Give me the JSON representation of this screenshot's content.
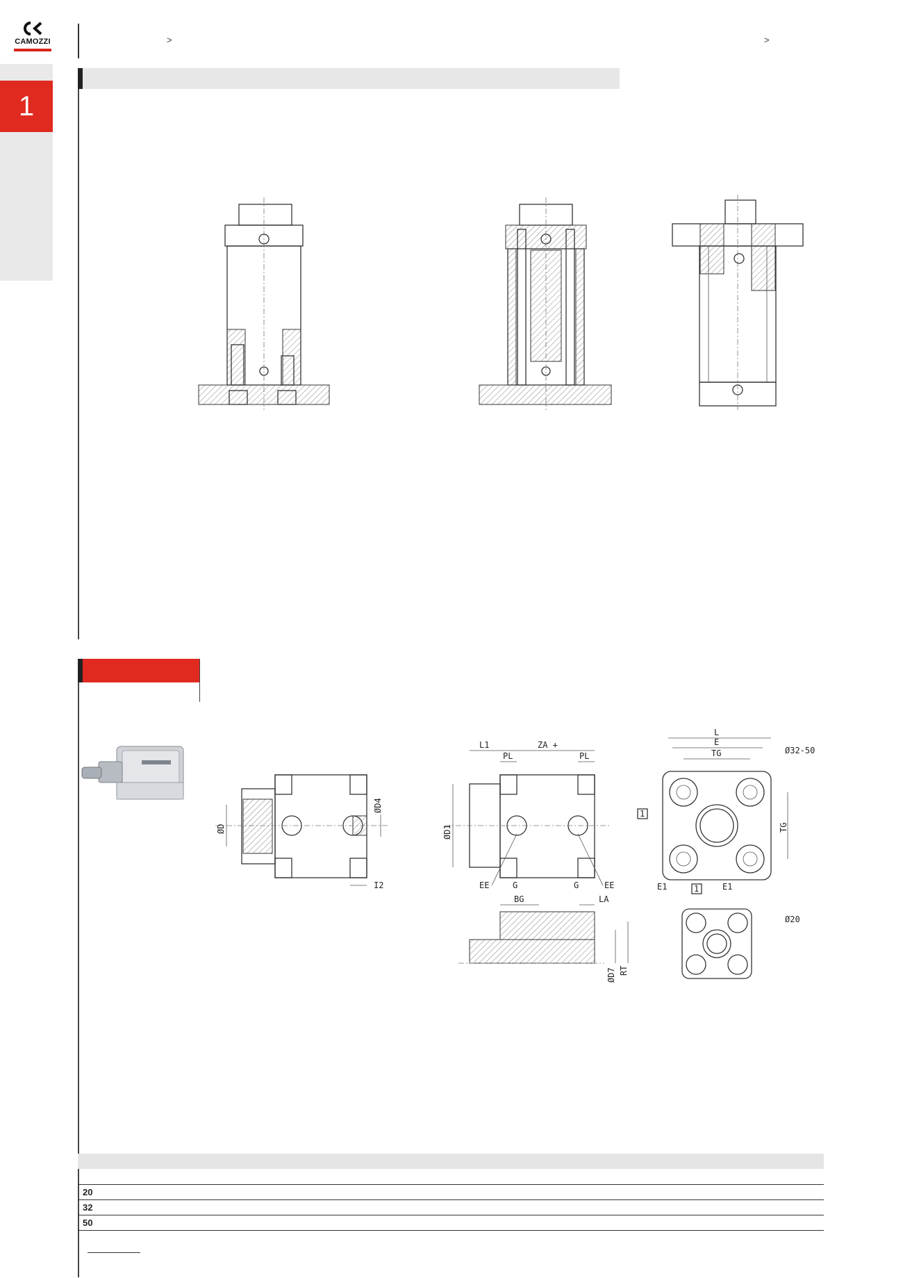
{
  "brand": {
    "name": "CAMOZZI",
    "accent": "#e02a20"
  },
  "breadcrumb": {
    "separator_1": ">",
    "separator_2": ">"
  },
  "side_tab": {
    "number": "1"
  },
  "drawings": {
    "labels": {
      "l": "L",
      "e": "E",
      "tg": "TG",
      "size_32_50": "Ø32-50",
      "size_20": "Ø20",
      "l1": "L1",
      "za": "ZA +",
      "pl": "PL",
      "d1": "ØD1",
      "ee": "EE",
      "g": "G",
      "d": "ØD",
      "d4": "ØD4",
      "i2": "I2",
      "bg": "BG",
      "la": "LA",
      "d7": "ØD7",
      "rt": "RT",
      "e1": "E1",
      "one": "1"
    }
  },
  "table": {
    "rows": [
      {
        "size": "20"
      },
      {
        "size": "32"
      },
      {
        "size": "50"
      }
    ]
  }
}
